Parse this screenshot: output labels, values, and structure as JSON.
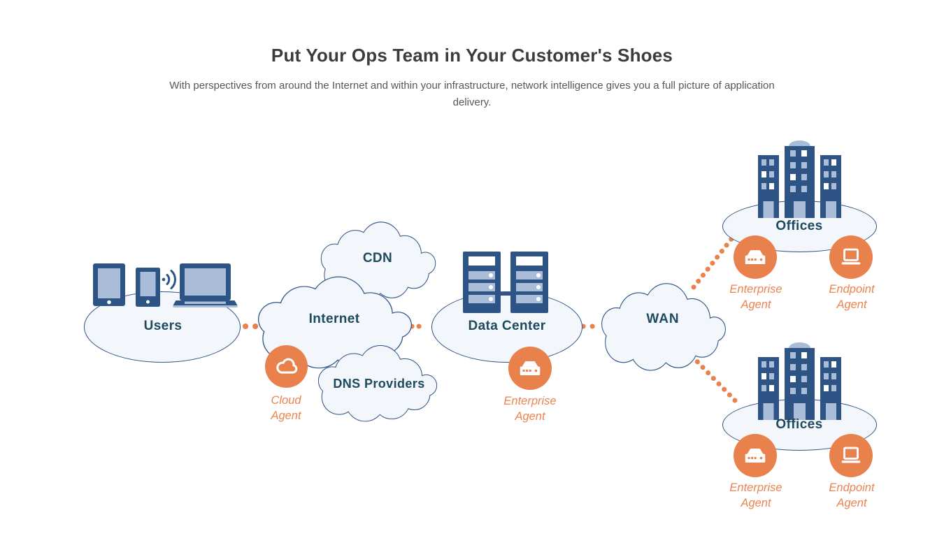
{
  "header": {
    "title": "Put Your Ops Team in Your Customer's Shoes",
    "subtitle": "With perspectives from around the Internet and within your infrastructure, network intelligence gives you a full picture of application delivery."
  },
  "nodes": {
    "users": {
      "label": "Users"
    },
    "internet": {
      "label": "Internet"
    },
    "cdn": {
      "label": "CDN"
    },
    "dns_providers": {
      "label": "DNS Providers"
    },
    "data_center": {
      "label": "Data Center"
    },
    "wan": {
      "label": "WAN"
    },
    "offices_top": {
      "label": "Offices"
    },
    "offices_bottom": {
      "label": "Offices"
    }
  },
  "agents": {
    "cloud": {
      "label": "Cloud Agent"
    },
    "data_center_enterprise": {
      "label": "Enterprise Agent"
    },
    "offices_top_enterprise": {
      "label": "Enterprise Agent"
    },
    "offices_top_endpoint": {
      "label": "Endpoint Agent"
    },
    "offices_bottom_enterprise": {
      "label": "Enterprise Agent"
    },
    "offices_bottom_endpoint": {
      "label": "Endpoint Agent"
    }
  },
  "colors": {
    "accent_orange": "#E8814B",
    "accent_orange_text": "#EB8450",
    "dark_blue": "#2E5486",
    "light_blue": "#A9BDD8",
    "node_text": "#1D4A5F",
    "shape_fill": "#F3F6FA",
    "shape_stroke": "#2D5488"
  }
}
